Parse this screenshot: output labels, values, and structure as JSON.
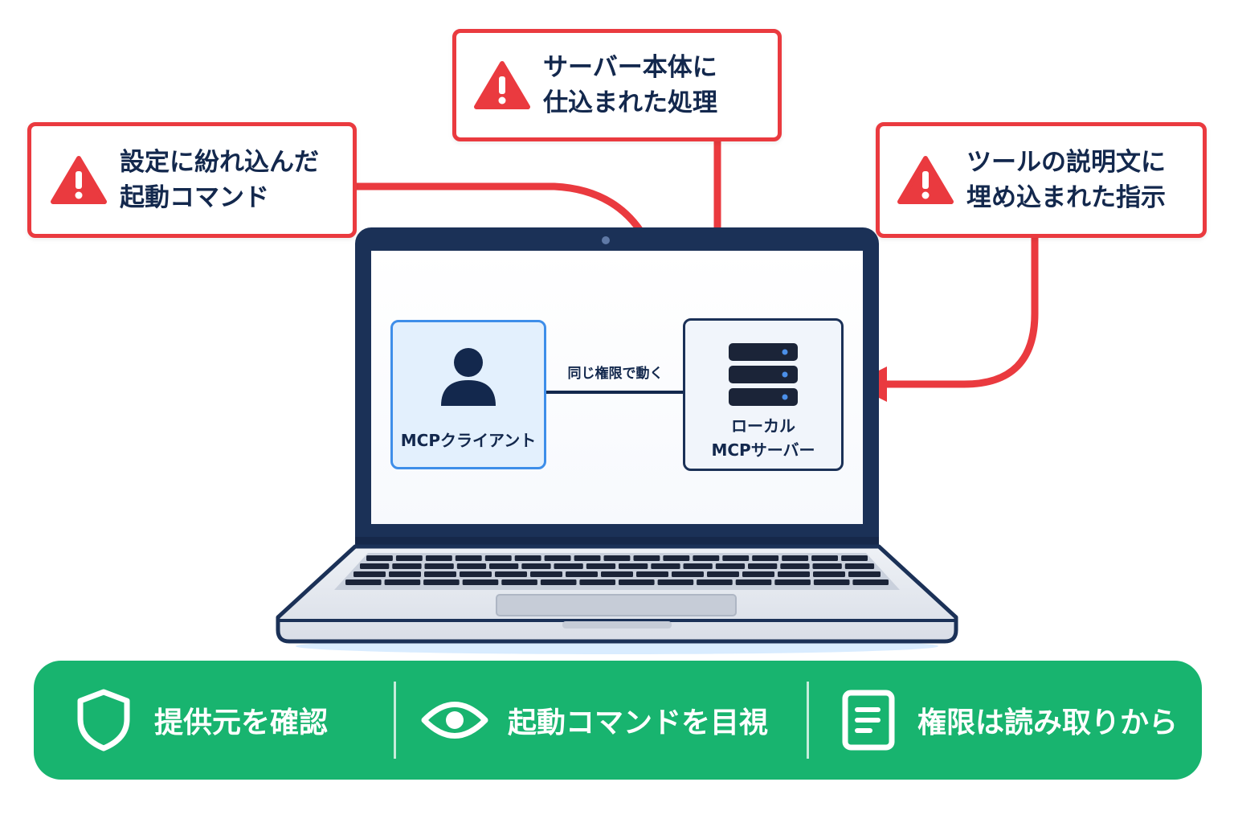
{
  "callouts": [
    {
      "id": "left",
      "lines": [
        "設定に紛れ込んだ",
        "起動コマンド"
      ],
      "icon": "warning-icon"
    },
    {
      "id": "top",
      "lines": [
        "サーバー本体に",
        "仕込まれた処理"
      ],
      "icon": "warning-icon"
    },
    {
      "id": "right",
      "lines": [
        "ツールの説明文に",
        "埋め込まれた指示"
      ],
      "icon": "warning-icon"
    }
  ],
  "diagram": {
    "client_label": "MCPクライアント",
    "server_label_lines": [
      "ローカル",
      "MCPサーバー"
    ],
    "link_label": "同じ権限で動く"
  },
  "tips": [
    {
      "icon": "shield-icon",
      "label": "提供元を確認"
    },
    {
      "icon": "eye-icon",
      "label": "起動コマンドを目視"
    },
    {
      "icon": "document-icon",
      "label": "権限は読み取りから"
    }
  ],
  "colors": {
    "warning_red": "#ea3a3f",
    "navy": "#1b3157",
    "client_blue": "#3e8ee9",
    "client_fill": "#e3f0fd",
    "tips_green": "#18b46f"
  }
}
